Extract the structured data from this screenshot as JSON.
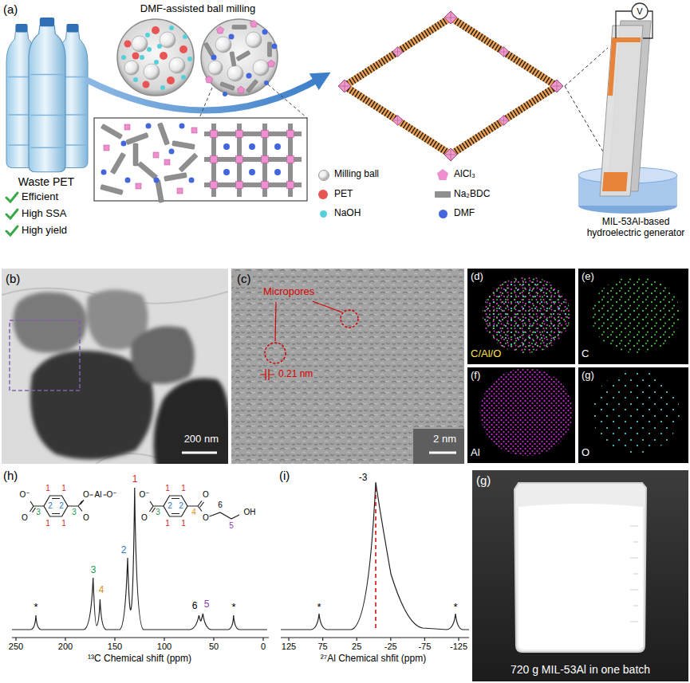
{
  "diagram": {
    "nodes": [
      {
        "text": [
          "(b)",
          "200 nm"
        ]
      },
      {
        "text": [
          "(c)",
          "Micropores",
          "0.21 nm",
          "2 nm"
        ]
      },
      {
        "text": [
          "(d)",
          "C/Al/O"
        ]
      },
      {
        "text": [
          "(e)",
          "C"
        ]
      },
      {
        "text": [
          "(f)",
          "Al"
        ]
      },
      {
        "text": [
          "(g)",
          "O"
        ]
      },
      {
        "text": [
          "(g)",
          "720 g MIL-53Al in one batch"
        ]
      }
    ],
    "labels": [
      "(a)",
      "DMF-assisted ball milling",
      "Waste PET",
      "Efficient",
      "High SSA",
      "High yield",
      "V",
      "MIL-53Al-based hydroelectric generator",
      "(h)",
      "O⁻",
      "O",
      "3",
      "2",
      "1",
      "1",
      "1",
      "1",
      "2",
      "3",
      "O",
      "O",
      "Al",
      "O⁻",
      "O⁻",
      "O",
      "3",
      "2",
      "1",
      "1",
      "1",
      "1",
      "2",
      "4",
      "O",
      "O",
      "6",
      "5",
      "OH",
      "*",
      "3",
      "4",
      "2",
      "1",
      "6",
      "5",
      "*",
      "250",
      "200",
      "150",
      "100",
      "50",
      "0",
      "¹³C Chemical shift (ppm)",
      "(i)",
      "-3",
      "*",
      "*",
      "125",
      "75",
      "25",
      "-25",
      "-75",
      "-125",
      "²⁷Al Chemical shfit (ppm)"
    ],
    "legend": [
      {
        "text": "Milling ball",
        "color": "#f4f4f4"
      },
      {
        "text": "AlCl₃",
        "color": "#ee8fcf"
      },
      {
        "text": "PET",
        "color": "#e85555"
      },
      {
        "text": "Na₂BDC",
        "color": "#8f8f8f"
      },
      {
        "text": "NaOH",
        "color": "#55d0da"
      },
      {
        "text": "DMF",
        "color": "#4466dd"
      }
    ]
  }
}
